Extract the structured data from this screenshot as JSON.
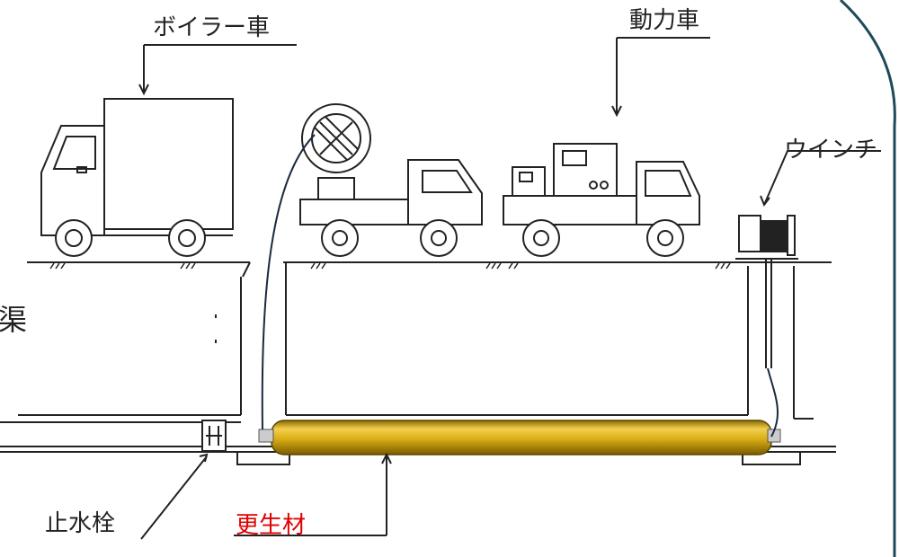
{
  "labels": {
    "boiler_truck": "ボイラー車",
    "power_truck": "動力車",
    "winch": "ウインチ",
    "side_char": "渠",
    "water_stop_plug": "止水栓",
    "lining_material": "更生材"
  },
  "colors": {
    "line": "#222222",
    "lining_fill": "#d9ad14",
    "lining_highlight": "#f2cf4e",
    "lining_label": "#e00000",
    "border_arc": "#1f4a5a"
  },
  "icons": [
    "boiler-truck-icon",
    "cable-reel-icon",
    "power-truck-icon",
    "winch-icon",
    "water-stop-plug-icon"
  ]
}
